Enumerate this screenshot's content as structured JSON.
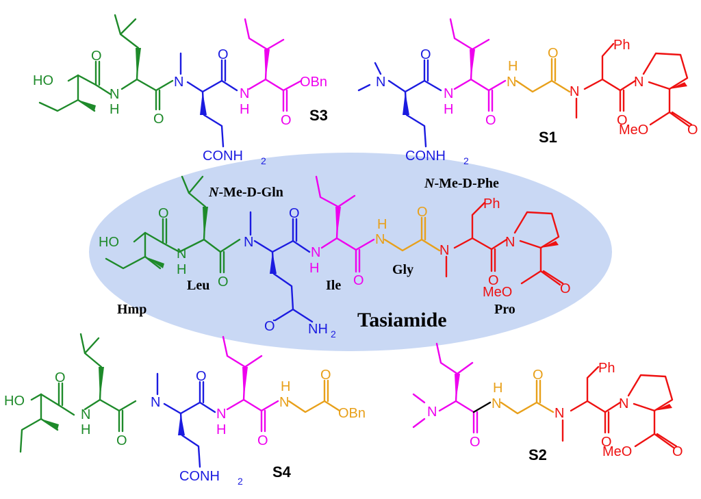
{
  "colors": {
    "hmp": "#1e8a2a",
    "leu": "#1e8a2a",
    "gln": "#1b1be0",
    "ile": "#ee00ee",
    "gly": "#e8a01a",
    "phe": "#ee1111",
    "pro": "#ee1111",
    "ellipse": "#c9d8f4",
    "black": "#000000"
  },
  "compounds": {
    "s3": "S3",
    "s1": "S1",
    "s4": "S4",
    "s2": "S2",
    "tasiamide": "Tasiamide"
  },
  "residue_labels": {
    "n_me_d_gln": "N-Me-D-Gln",
    "n_me_d_phe": "N-Me-D-Phe",
    "hmp": "Hmp",
    "leu": "Leu",
    "ile": "Ile",
    "gly": "Gly",
    "pro": "Pro"
  },
  "atoms": {
    "ho": "HO",
    "n": "N",
    "h": "H",
    "o": "O",
    "obn": "OBn",
    "conh": "CONH",
    "nh": "NH",
    "two": "2",
    "ph": "Ph",
    "meo": "MeO"
  }
}
